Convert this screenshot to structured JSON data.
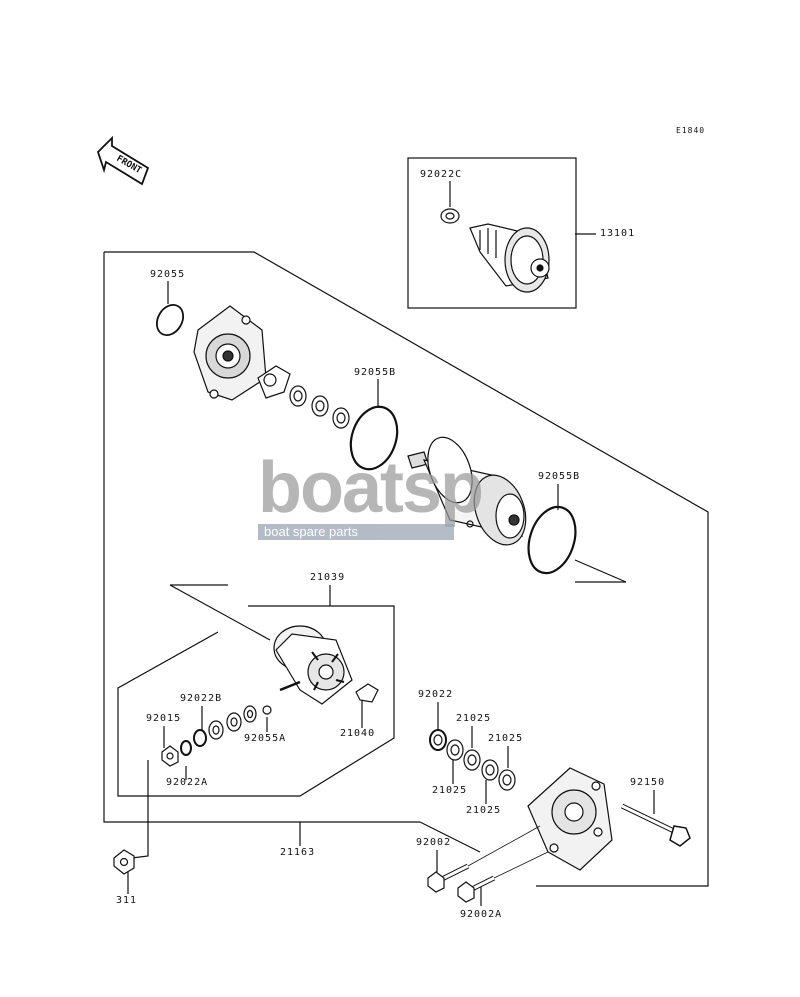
{
  "diagram_code": "E1840",
  "front_label": "FRONT",
  "watermark": {
    "brand": "boatsp",
    "tagline": "boat spare parts"
  },
  "callouts": {
    "p92022C": "92022C",
    "p13101": "13101",
    "p92055": "92055",
    "p92055B_top": "92055B",
    "p92055B_right": "92055B",
    "p21039": "21039",
    "p92022B": "92022B",
    "p92015": "92015",
    "p92022A": "92022A",
    "p92055A": "92055A",
    "p21040": "21040",
    "p92022": "92022",
    "p21025_a": "21025",
    "p21025_b": "21025",
    "p21025_c": "21025",
    "p21025_d": "21025",
    "p92150": "92150",
    "p21163": "21163",
    "p92002": "92002",
    "p92002A": "92002A",
    "p311": "311"
  }
}
